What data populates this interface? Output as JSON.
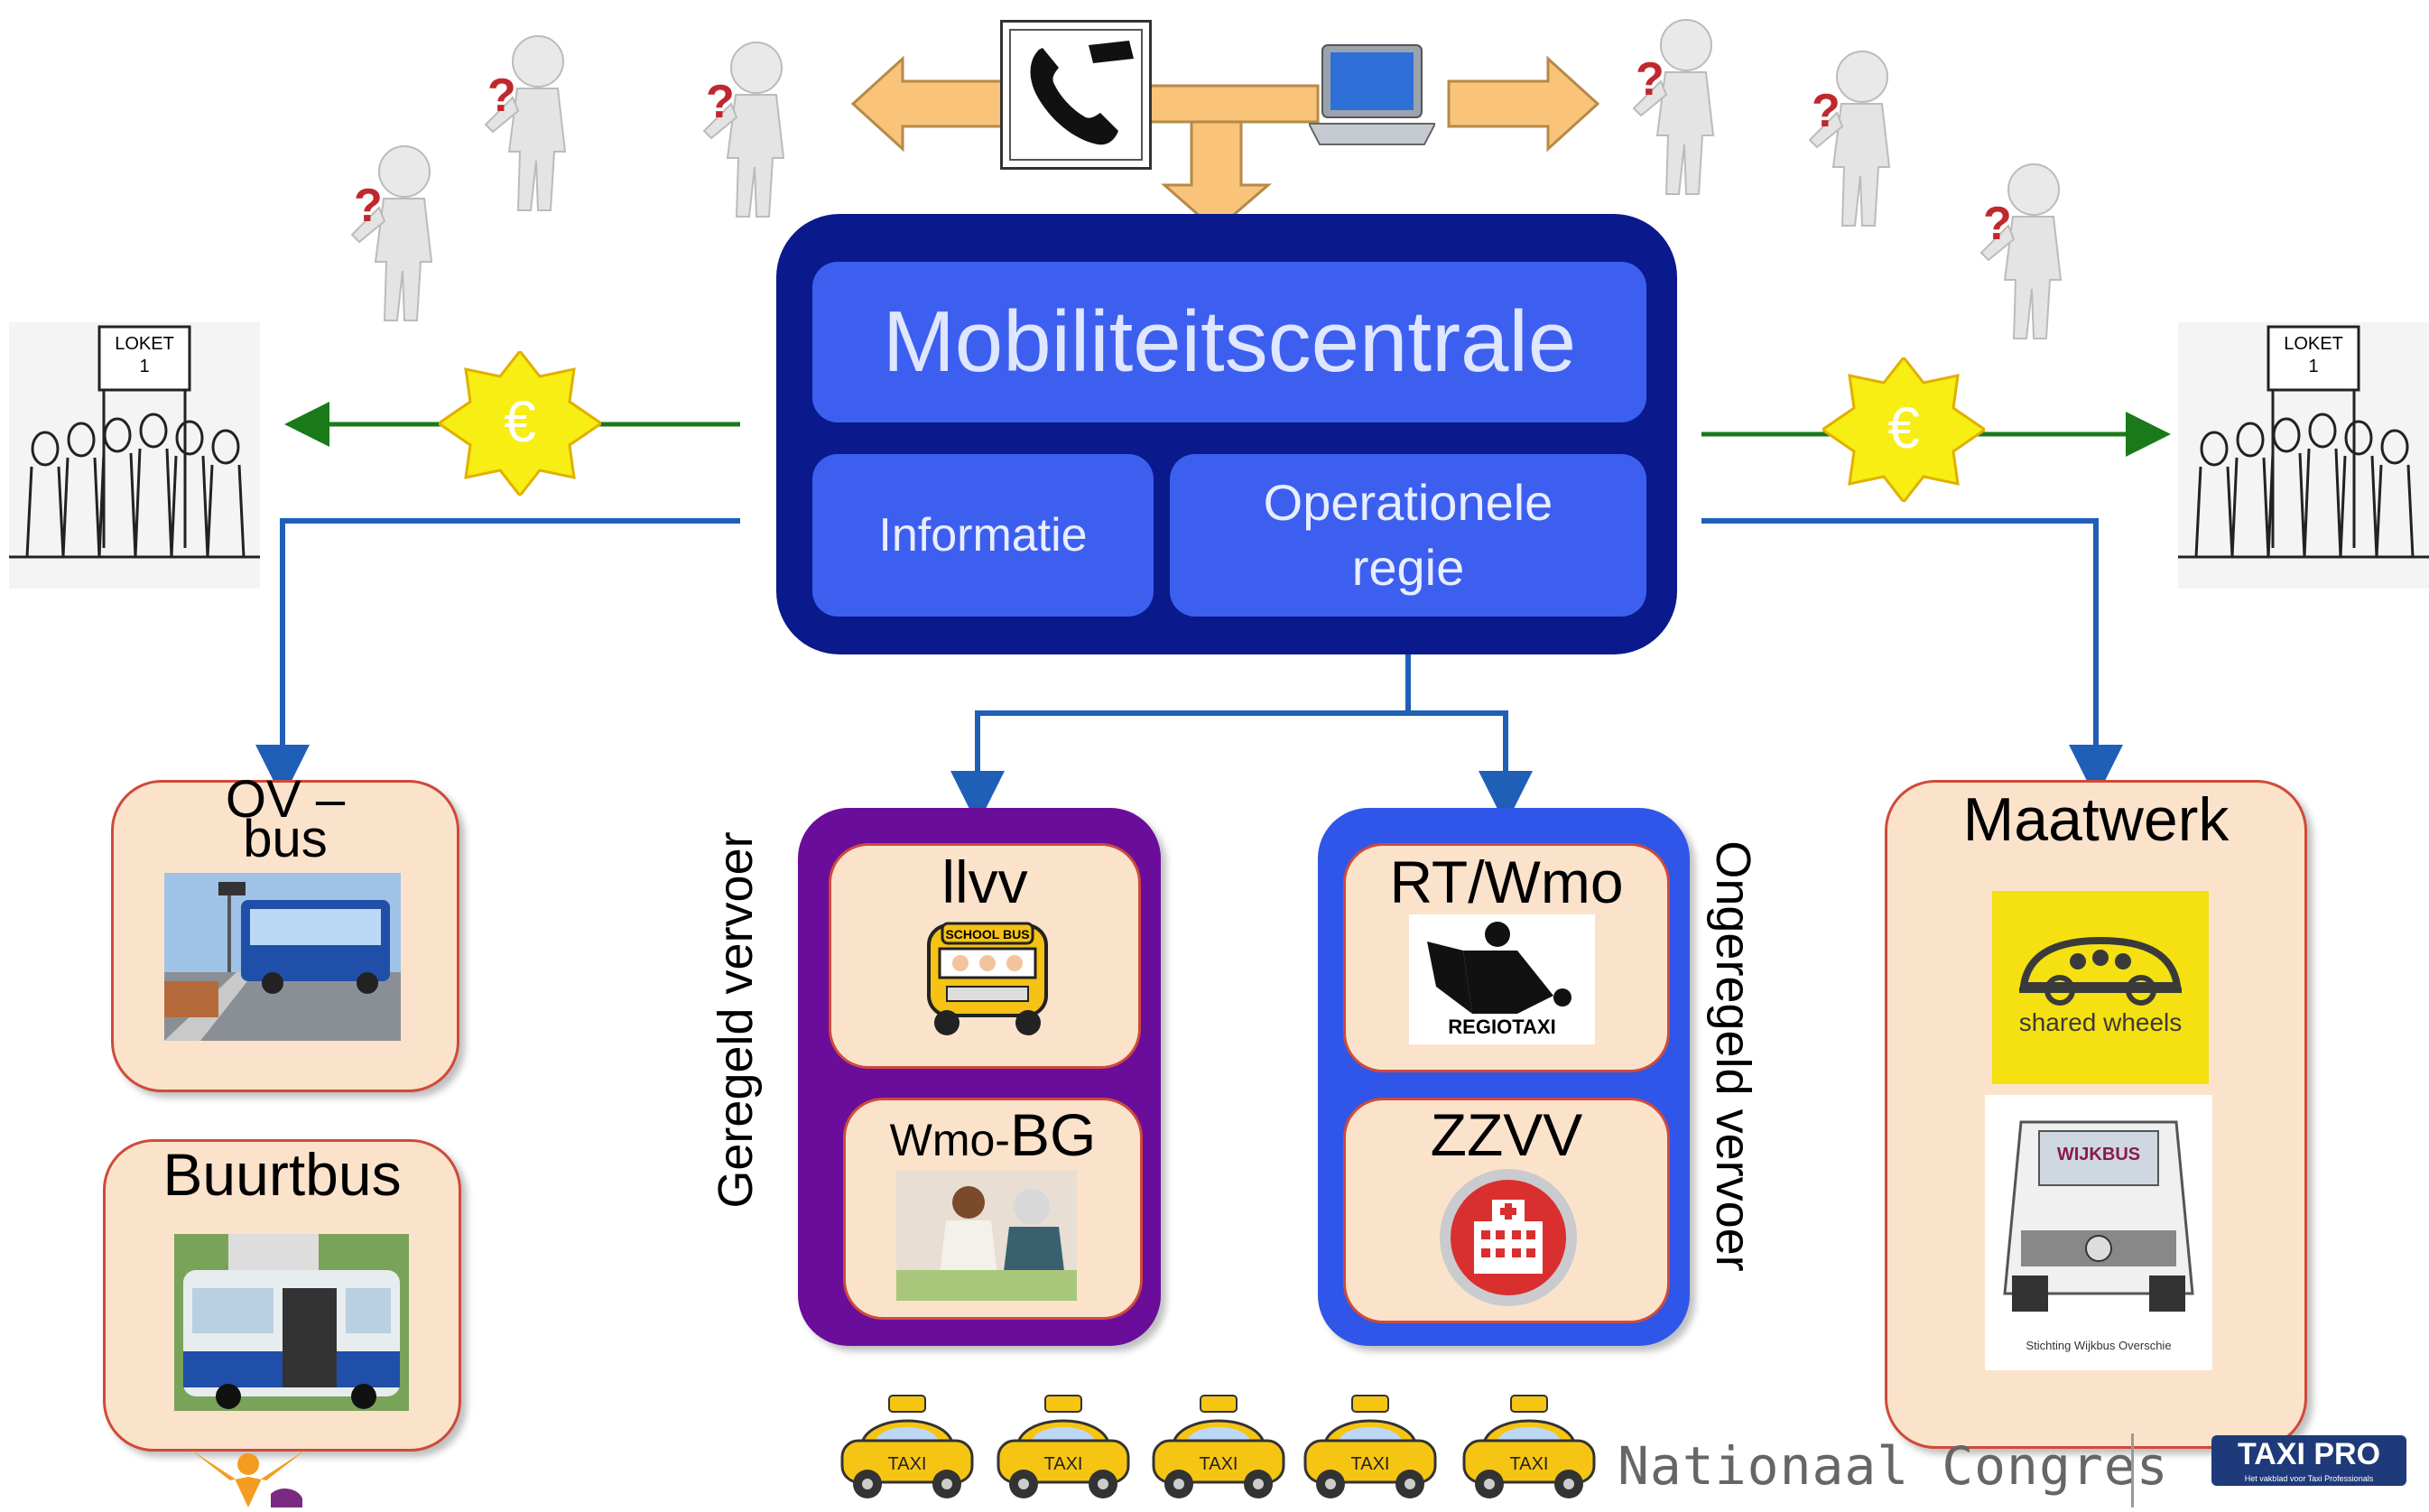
{
  "hub": {
    "title": "Mobiliteitscentrale",
    "info": "Informatie",
    "ops_line1": "Operationele",
    "ops_line2": "regie"
  },
  "currency_symbol": "€",
  "loket_sign": {
    "line1": "LOKET",
    "line2": "1"
  },
  "question_mark": "?",
  "left_boxes": {
    "ov_line1": "OV –",
    "ov_line2": "bus",
    "buurtbus": "Buurtbus"
  },
  "geregeld": {
    "label": "Geregeld vervoer",
    "llvv": "llvv",
    "school_bus_sign": "SCHOOL BUS",
    "wmo_small": "Wmo-",
    "wmo_big": "BG"
  },
  "ongeregeld": {
    "label": "Ongeregeld vervoer",
    "rt": "RT/Wmo",
    "regiotaxi": "REGIOTAXI",
    "zzvv": "ZZVV"
  },
  "maatwerk": {
    "title": "Maatwerk",
    "shared_wheels": "shared wheels",
    "wijkbus": "WIJKBUS",
    "wijkbus_caption": "Stichting Wijkbus Overschie"
  },
  "footer": {
    "taxi_label": "TAXI",
    "congress": "Nationaal Congres",
    "brand": "TAXI PRO",
    "brand_tagline": "Het vakblad voor Taxi Professionals"
  },
  "colors": {
    "hub_dark": "#0a1a8c",
    "hub_light": "#3d5ff0",
    "arrow_orange": "#f9c37a",
    "money_line": "#1a7a1a",
    "link_blue": "#1f5fb8",
    "peach": "#fbe3cb",
    "purple": "#6a0d9b",
    "taxi_yellow": "#f6c514"
  }
}
